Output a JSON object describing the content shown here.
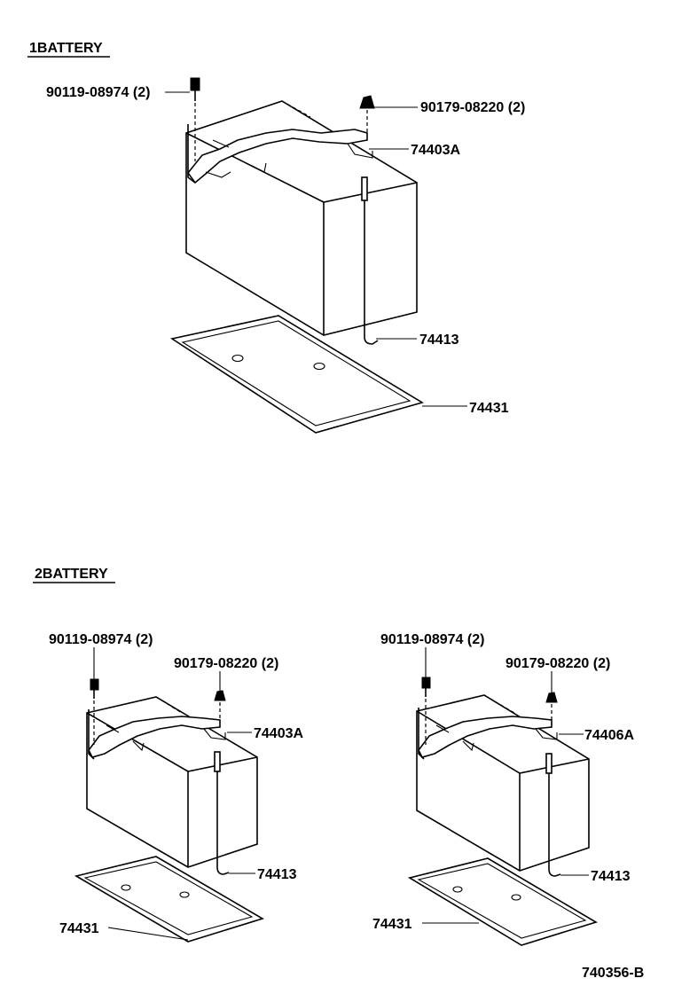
{
  "diagram": {
    "figure_code": "740356-B",
    "section1": {
      "title": "1BATTERY",
      "labels": {
        "bolt": "90119-08974 (2)",
        "nut": "90179-08220 (2)",
        "clamp": "74403A",
        "rod": "74413",
        "tray": "74431"
      }
    },
    "section2": {
      "title": "2BATTERY",
      "left": {
        "labels": {
          "bolt": "90119-08974 (2)",
          "nut": "90179-08220 (2)",
          "clamp": "74403A",
          "rod": "74413",
          "tray": "74431"
        }
      },
      "right": {
        "labels": {
          "bolt": "90119-08974 (2)",
          "nut": "90179-08220 (2)",
          "clamp": "74406A",
          "rod": "74413",
          "tray": "74431"
        }
      }
    }
  }
}
